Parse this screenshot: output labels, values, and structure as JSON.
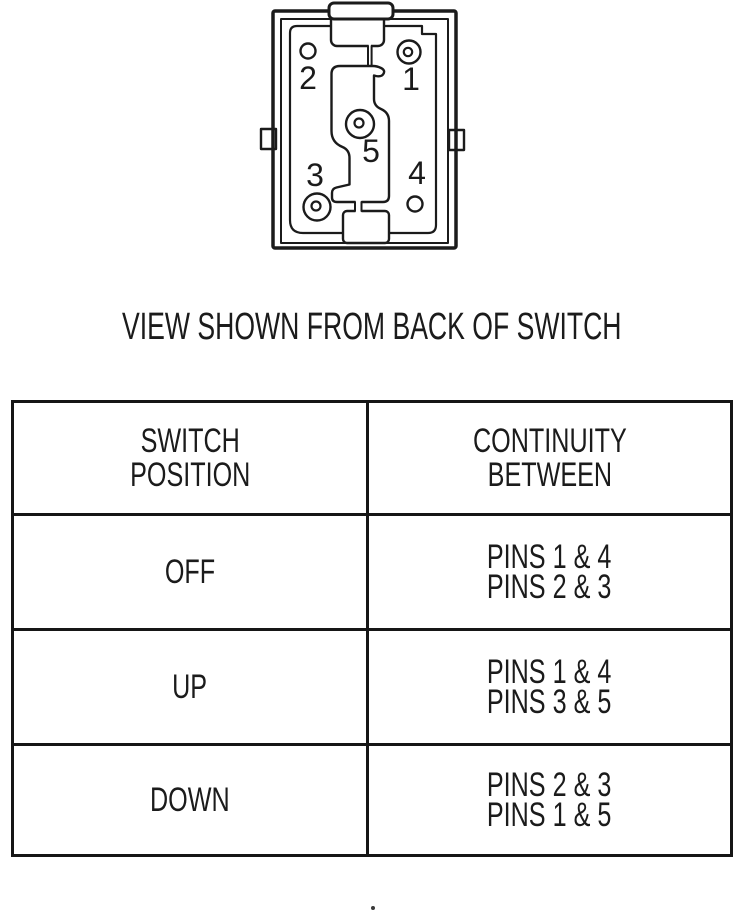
{
  "colors": {
    "ink": "#1b1b1b",
    "line": "#161616",
    "paper": "#ffffff"
  },
  "diagram": {
    "caption": "VIEW SHOWN FROM BACK OF SWITCH",
    "pins": [
      {
        "label": "1",
        "terminal": "ring-with-dot",
        "position": "top-right"
      },
      {
        "label": "2",
        "terminal": "plain-ring",
        "position": "top-left"
      },
      {
        "label": "3",
        "terminal": "ring-with-dot",
        "position": "bottom-left"
      },
      {
        "label": "4",
        "terminal": "plain-ring",
        "position": "bottom-right"
      },
      {
        "label": "5",
        "terminal": "ring-with-dot",
        "position": "center"
      }
    ]
  },
  "table": {
    "headers": {
      "position": [
        "SWITCH",
        "POSITION"
      ],
      "continuity": [
        "CONTINUITY",
        "BETWEEN"
      ]
    },
    "rows": [
      {
        "position": "OFF",
        "continuity": [
          "PINS 1 & 4",
          "PINS 2 & 3"
        ]
      },
      {
        "position": "UP",
        "continuity": [
          "PINS 1 & 4",
          "PINS 3 & 5"
        ]
      },
      {
        "position": "DOWN",
        "continuity": [
          "PINS 2 & 3",
          "PINS 1 & 5"
        ]
      }
    ]
  }
}
